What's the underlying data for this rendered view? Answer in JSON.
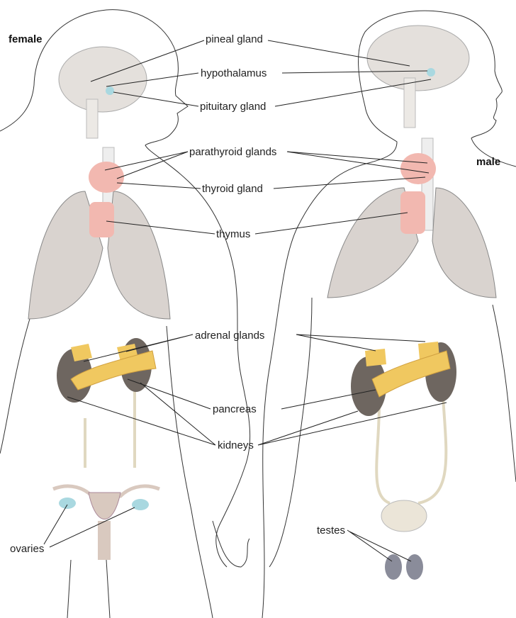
{
  "figure": {
    "sex_labels": {
      "female": "female",
      "male": "male"
    },
    "labels": {
      "pineal": "pineal gland",
      "hypothalamus": "hypothalamus",
      "pituitary": "pituitary gland",
      "parathyroid": "parathyroid glands",
      "thyroid": "thyroid gland",
      "thymus": "thymus",
      "adrenal": "adrenal glands",
      "pancreas": "pancreas",
      "kidneys": "kidneys",
      "ovaries": "ovaries",
      "testes": "testes"
    },
    "colors": {
      "brain": "#e4e0dc",
      "lung": "#d9d3cf",
      "thyroid": "#f2b8b0",
      "adrenal": "#f0c860",
      "kidney": "#6e6660",
      "gland_blue": "#a9d8e0",
      "bladder": "#ebe5d8"
    }
  }
}
